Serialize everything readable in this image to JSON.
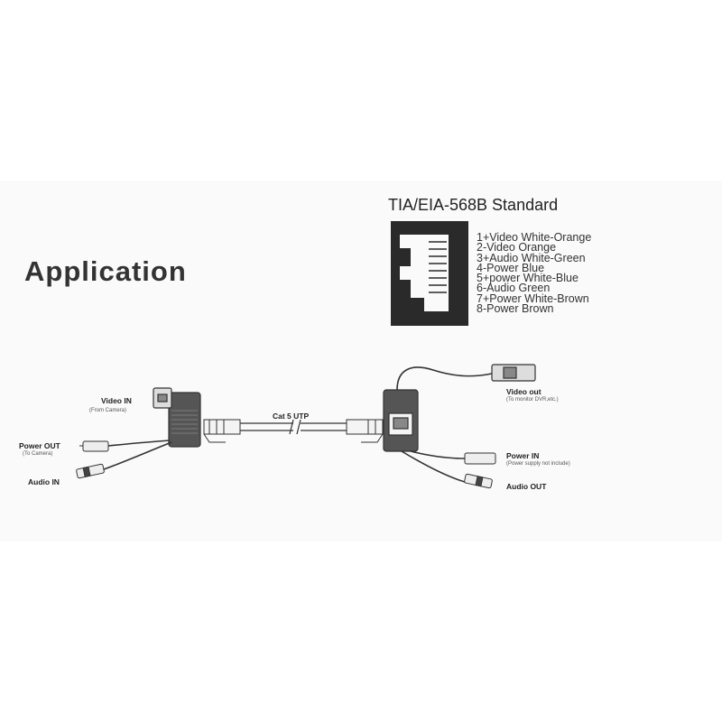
{
  "title": "Application",
  "standard": {
    "title": "TIA/EIA-568B Standard",
    "pins": [
      "1+Video  White-Orange",
      "2-Video  Orange",
      "3+Audio  White-Green",
      "4-Power  Blue",
      "5+power  White-Blue",
      "6-Audio  Green",
      "7+Power  White-Brown",
      "8-Power  Brown"
    ]
  },
  "left": {
    "video_in": "Video IN",
    "video_in_sub": "(From Camera)",
    "power_out": "Power OUT",
    "power_out_sub": "(To Camera)",
    "audio_in": "Audio IN"
  },
  "cable": {
    "label": "Cat 5 UTP"
  },
  "right": {
    "video_out": "Video out",
    "video_out_sub": "(To monitor DVR,etc.)",
    "power_in": "Power IN",
    "power_in_sub": "(Power supply not include)",
    "audio_out": "Audio OUT"
  }
}
